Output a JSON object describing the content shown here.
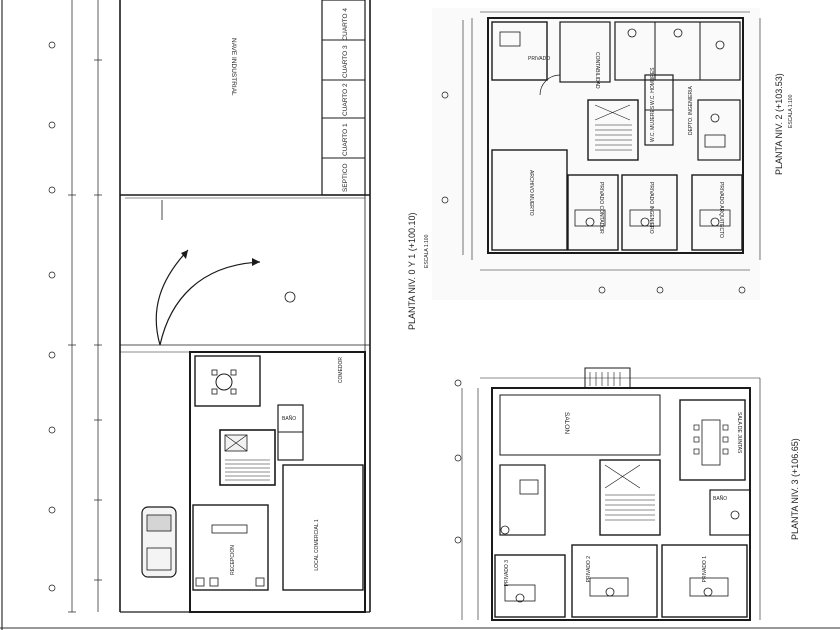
{
  "colors": {
    "ink": "#1a1a1a",
    "paper": "#ffffff",
    "shade": "#e9e9e9"
  },
  "plan_left": {
    "title": "PLANTA NIV. 0 Y 1 (+100.10)",
    "scale": "ESCALA 1:100",
    "nave": "NAVE INDUSTRIAL",
    "cuartos": [
      "CUARTO 4",
      "CUARTO 3",
      "CUARTO 2",
      "CUARTO 1"
    ],
    "septico": "SEPTICO",
    "recepcion": "RECEPCION",
    "local": "LOCAL COMERCIAL 1",
    "comedor": "COMEDOR",
    "bano": "BAÑO"
  },
  "plan_top_right": {
    "title": "PLANTA NIV. 2 (+103.53)",
    "scale": "ESCALA 1:100",
    "privado": "PRIVADO",
    "contabilidad": "CONTABILIDAD",
    "archivo": "ARCHIVO MUERTO",
    "priv_contador": "PRIVADO CONTADOR",
    "priv_ingeniero": "PRIVADO INGENIERO",
    "priv_arquitecto": "PRIVADO ARQUITECTO",
    "depto": "DEPTO. INGENIERIA",
    "wc_h": "W.C. HOMBRES",
    "wc_m": "W.C. MUJERES"
  },
  "plan_bottom_right": {
    "title": "PLANTA NIV. 3 (+106.65)",
    "salon": "SALON",
    "sala_juntas": "SALA DE JUNTAS",
    "privado1": "PRIVADO 1",
    "privado2": "PRIVADO 2",
    "privado3": "PRIVADO 3",
    "bano": "BAÑO"
  }
}
